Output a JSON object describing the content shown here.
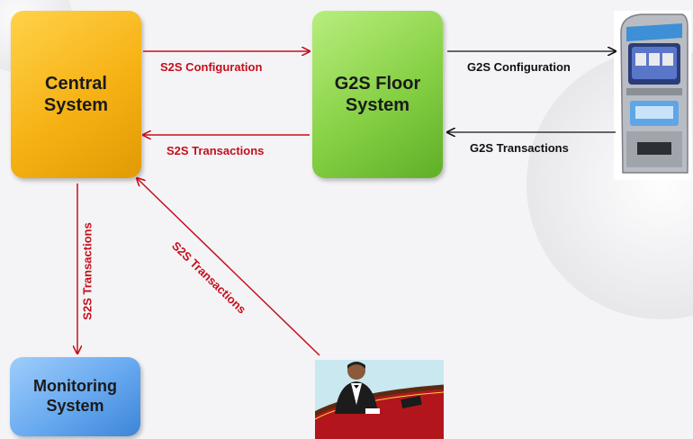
{
  "nodes": {
    "central": [
      "Central",
      "System"
    ],
    "floor": [
      "G2S Floor",
      "System"
    ],
    "monitoring": [
      "Monitoring",
      "System"
    ]
  },
  "edges": {
    "s2s_config": "S2S Configuration",
    "s2s_trans_floor": "S2S Transactions",
    "g2s_config": "G2S Configuration",
    "g2s_trans": "G2S Transactions",
    "s2s_trans_monitor": "S2S Transactions",
    "s2s_trans_table": "S2S Transactions"
  },
  "colors": {
    "red_link": "#c40f1c",
    "black_link": "#111111",
    "central": "#f6b214",
    "floor": "#86d044",
    "monitoring": "#66a8ef"
  },
  "icons": {
    "slot_machine": "slot-machine-icon",
    "table_dealer": "table-dealer-icon"
  }
}
